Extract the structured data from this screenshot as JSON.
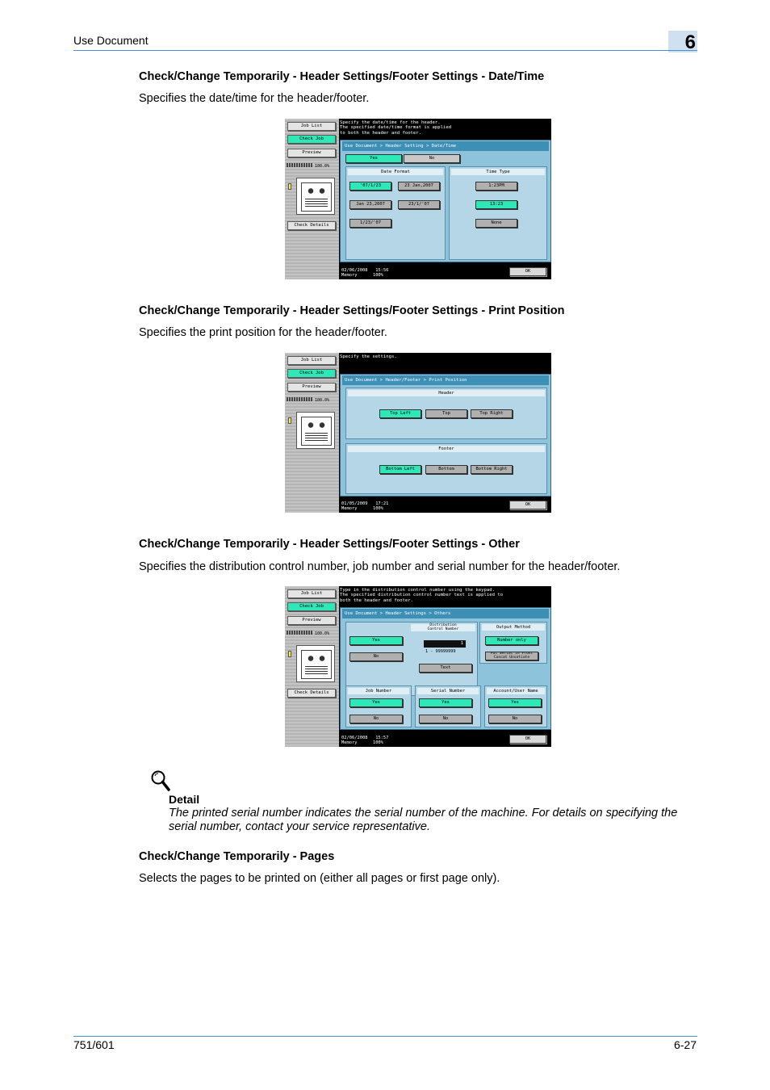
{
  "header": {
    "section": "Use Document",
    "chapter": "6"
  },
  "sections": [
    {
      "title": "Check/Change Temporarily - Header Settings/Footer Settings - Date/Time",
      "desc": "Specifies the date/time for the header/footer."
    },
    {
      "title": "Check/Change Temporarily - Header Settings/Footer Settings - Print Position",
      "desc": "Specifies the print position for the header/footer."
    },
    {
      "title": "Check/Change Temporarily - Header Settings/Footer Settings - Other",
      "desc": "Specifies the distribution control number, job number and serial number for the header/footer."
    },
    {
      "title": "Check/Change Temporarily - Pages",
      "desc": "Selects the pages to be printed on (either all pages or first page only)."
    }
  ],
  "sidebar": {
    "job_list": "Job List",
    "check_job": "Check Job",
    "preview": "Preview",
    "zoom": "100.0%",
    "check_details": "Check Details"
  },
  "screen1": {
    "message": "Specify the date/time for the header.\nThe specified date/time format is applied\nto both the header and footer.",
    "breadcrumb": "Use Document > Header Setting > Date/Time",
    "yes": "Yes",
    "no": "No",
    "date_format": "Date Format",
    "time_type": "Time Type",
    "dates": [
      "'07/1/23",
      "23 Jan,2007",
      "Jan 23,2007",
      "23/1/'07",
      "1/23/'07"
    ],
    "times": [
      "1:23PM",
      "13:23",
      "None"
    ],
    "status": "02/06/2008   15:56\nMemory      100%",
    "ok": "OK"
  },
  "screen2": {
    "message": "Specify the settings.",
    "breadcrumb": "Use Document > Header/Footer > Print Position",
    "header": "Header",
    "footer": "Footer",
    "header_btns": [
      "Top Left",
      "Top",
      "Top Right"
    ],
    "footer_btns": [
      "Bottom Left",
      "Bottom",
      "Bottom Right"
    ],
    "status": "01/05/2009   17:21\nMemory      100%",
    "ok": "OK"
  },
  "screen3": {
    "message": "Type in the distribution control number using the keypad.\nThe specified distribution control number text is applied to\nboth the header and footer.",
    "breadcrumb": "Use Document > Header Settings > Others",
    "dist_title": "Distribution\nControl Number",
    "yes": "Yes",
    "no": "No",
    "counter": "1",
    "range": "1  -  99999999",
    "text_btn": "Text",
    "output_method": "Output Method",
    "number_only": "Number only",
    "put_stamp": "Put Serial in Front\nConcat Unsatiate",
    "job_number": "Job Number",
    "serial_number": "Serial Number",
    "account": "Account/User Name",
    "status": "02/06/2008   15:57\nMemory      100%",
    "ok": "OK"
  },
  "detail": {
    "title": "Detail",
    "body": "The printed serial number indicates the serial number of the machine. For details on specifying the serial number, contact your service representative."
  },
  "footer": {
    "model": "751/601",
    "page": "6-27"
  }
}
